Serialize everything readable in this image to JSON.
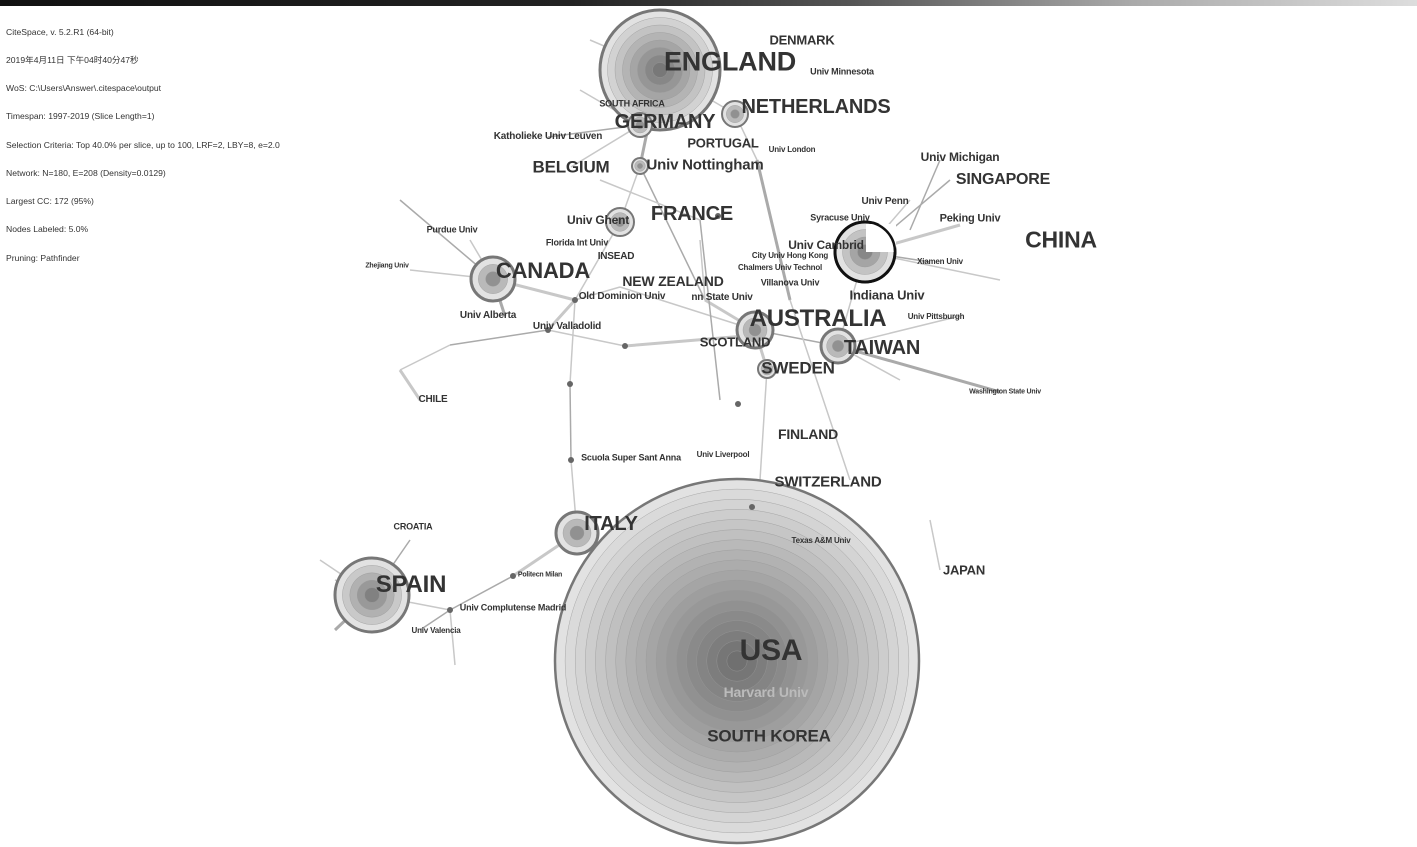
{
  "info": {
    "lines": [
      "CiteSpace, v. 5.2.R1 (64-bit)",
      "2019年4月11日 下午04时40分47秒",
      "WoS: C:\\Users\\Answer\\.citespace\\output",
      "Timespan: 1997-2019 (Slice Length=1)",
      "Selection Criteria: Top 40.0% per slice, up to 100, LRF=2, LBY=8, e=2.0",
      "Network: N=180, E=208 (Density=0.0129)",
      "Largest CC: 172 (95%)",
      "Nodes Labeled: 5.0%",
      "Pruning: Pathfinder"
    ]
  },
  "labels": [
    "ENGLAND",
    "DENMARK",
    "Univ Minnesota",
    "SOUTH AFRICA",
    "GERMANY",
    "NETHERLANDS",
    "Katholieke Univ Leuven",
    "PORTUGAL",
    "Univ London",
    "BELGIUM",
    "Univ Nottingham",
    "Univ Michigan",
    "SINGAPORE",
    "Univ Penn",
    "Peking Univ",
    "Syracuse Univ",
    "CHINA",
    "Univ Ghent",
    "FRANCE",
    "Purdue Univ",
    "Florida Int Univ",
    "INSEAD",
    "Univ Cambrid",
    "City Univ Hong Kong",
    "Chalmers Univ Technol",
    "Xiamen Univ",
    "Zhejiang Univ",
    "CANADA",
    "NEW ZEALAND",
    "Villanova Univ",
    "Old Dominion Univ",
    "nn State Univ",
    "Indiana Univ",
    "Univ Alberta",
    "Univ Valladolid",
    "AUSTRALIA",
    "Univ Pittsburgh",
    "SCOTLAND",
    "TAIWAN",
    "SWEDEN",
    "CHILE",
    "Washington State Univ",
    "FINLAND",
    "Scuola Super Sant Anna",
    "Univ Liverpool",
    "SWITZERLAND",
    "CROATIA",
    "ITALY",
    "Texas A&M Univ",
    "JAPAN",
    "Politecn Milan",
    "SPAIN",
    "Univ Complutense Madrid",
    "Univ Valencia",
    "USA",
    "Harvard Univ",
    "SOUTH KOREA"
  ]
}
